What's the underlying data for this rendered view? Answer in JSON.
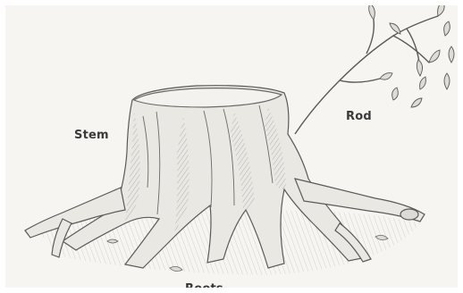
{
  "labels": {
    "stem": "Stem",
    "rod": "Rod",
    "roots": "Roots"
  },
  "colors": {
    "background": "#f6f5f1",
    "ink": "#5a5a5a",
    "shade": "#bdbdbd",
    "label": "#3a3a3a"
  }
}
